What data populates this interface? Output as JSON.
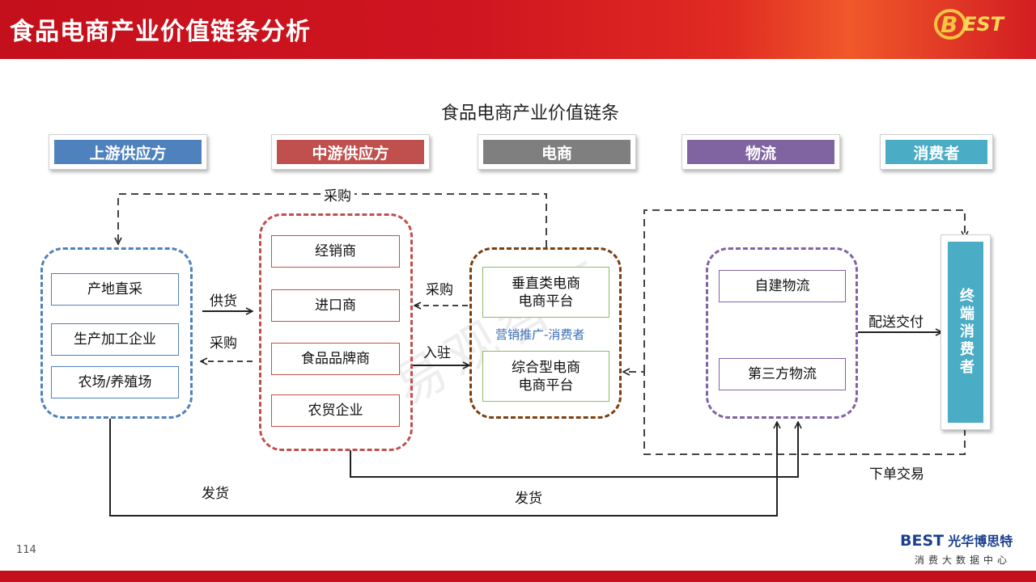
{
  "header": {
    "title": "食品电商产业价值链条分析",
    "logo_text": "BEST"
  },
  "diagram_title": "食品电商产业价值链条",
  "categories": [
    {
      "label": "上游供应方",
      "color": "#4f81bd"
    },
    {
      "label": "中游供应方",
      "color": "#c0504d"
    },
    {
      "label": "电商",
      "color": "#7f7f7f"
    },
    {
      "label": "物流",
      "color": "#8064a2"
    },
    {
      "label": "消费者",
      "color": "#4bacc6"
    }
  ],
  "upstream": {
    "items": [
      "产地直采",
      "生产加工企业",
      "农场/养殖场"
    ]
  },
  "midstream": {
    "items": [
      "经销商",
      "进口商",
      "食品品牌商",
      "农贸企业"
    ]
  },
  "ecommerce": {
    "vertical": "垂直类电商\n电商平台",
    "comprehensive": "综合型电商\n电商平台",
    "marketing": "营销推广-消费者"
  },
  "logistics": {
    "items": [
      "自建物流",
      "第三方物流"
    ]
  },
  "terminal_consumer": "终端消费者",
  "flow_labels": {
    "top_purchase": "采购",
    "supply": "供货",
    "purchase_back": "采购",
    "purchase_mid": "采购",
    "settle_in": "入驻",
    "delivery_handover": "配送交付",
    "order_trade": "下单交易",
    "ship_left": "发货",
    "ship_mid": "发货"
  },
  "watermark": "易观智库",
  "page_number": "114",
  "brand": {
    "logo": "BEST",
    "name": "光华博思特",
    "subtitle": "消费大数据中心"
  },
  "colors": {
    "header_red": "#c4101c",
    "upstream": "#4f81bd",
    "midstream": "#c0504d",
    "ecommerce_border": "#7b3f10",
    "ecommerce_box": "#8db96b",
    "marketing_text": "#3b6fb5",
    "logistics": "#8064a2",
    "consumer": "#4bacc6"
  }
}
